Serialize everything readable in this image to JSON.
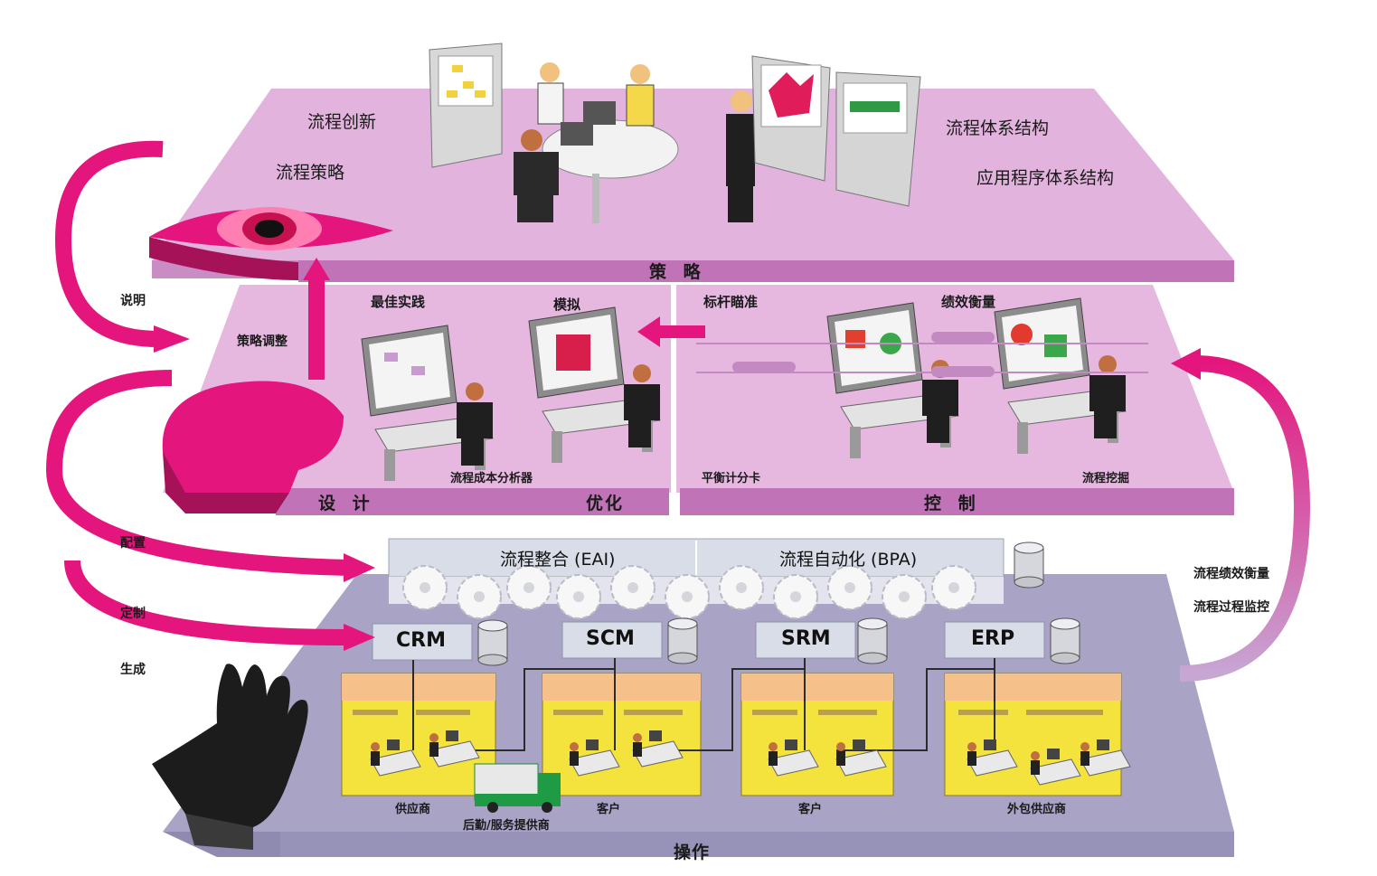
{
  "layers": {
    "strategy": {
      "title": "策 略",
      "labels": [
        "流程创新",
        "流程策略",
        "流程体系结构",
        "应用程序体系结构"
      ]
    },
    "middle": {
      "design": "设 计",
      "optimize": "优化",
      "control": "控 制",
      "labels": {
        "best_practice": "最佳实践",
        "simulation": "模拟",
        "benchmark": "标杆瞄准",
        "performance": "绩效衡量",
        "cost_analyzer": "流程成本分析器",
        "scorecard": "平衡计分卡",
        "mining": "流程挖掘"
      }
    },
    "operation": {
      "title": "操作",
      "integration_left": "流程整合 (EAI)",
      "integration_right": "流程自动化 (BPA)",
      "systems": [
        "CRM",
        "SCM",
        "SRM",
        "ERP"
      ],
      "sites": [
        "供应商",
        "客户",
        "客户",
        "外包供应商"
      ],
      "truck_label": "后勤/服务提供商"
    }
  },
  "left_labels": {
    "explain": "说明",
    "strategy_adjust": "策略调整",
    "configure": "配置",
    "customize": "定制",
    "generate": "生成"
  },
  "right_labels": {
    "performance_measure": "流程绩效衡量",
    "process_monitor": "流程过程监控"
  },
  "colors": {
    "strategy_plane": "#e2b3dd",
    "middle_plane": "#e6b8e0",
    "operation_plane": "#a9a3c6",
    "arrow": "#e4167e",
    "eye": "#d81e6e",
    "building": "#f3e33c"
  },
  "icons": [
    "eye-icon",
    "head-icon",
    "hand-icon",
    "arrow-icon",
    "truck-icon",
    "database-icon",
    "gear-icon",
    "monitor-icon",
    "person-icon"
  ]
}
